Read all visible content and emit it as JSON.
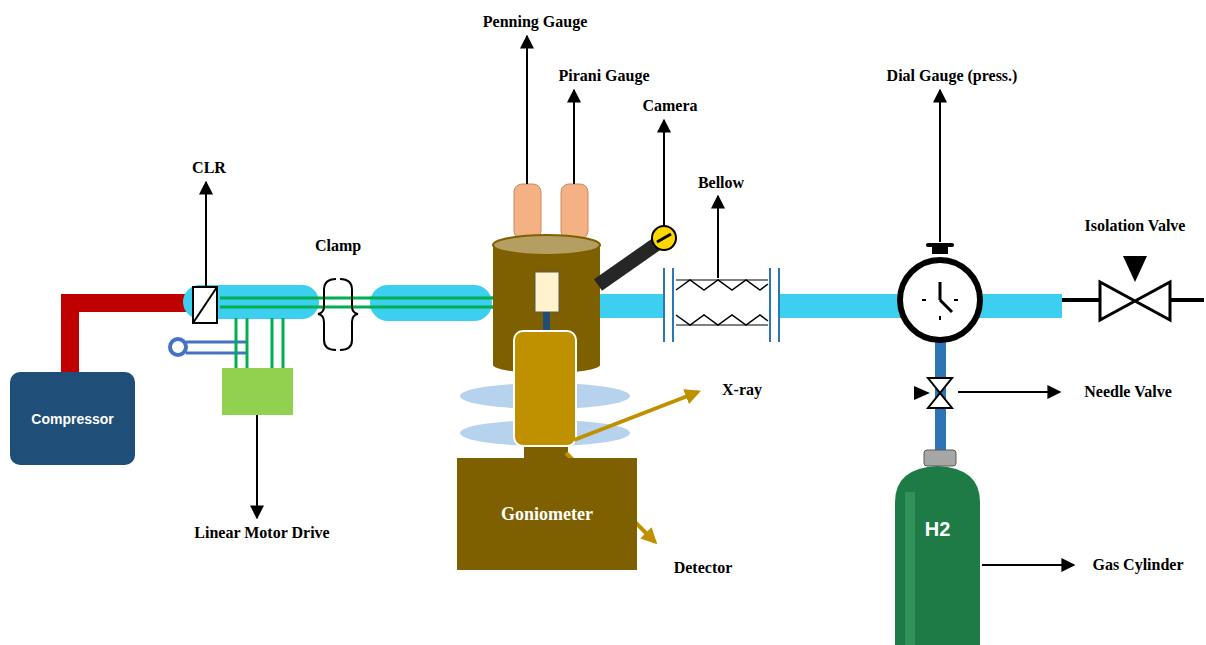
{
  "diagram": {
    "nodes": [
      {
        "text": [
          "Compressor"
        ]
      },
      {
        "text": [
          "Goniometer"
        ]
      },
      {
        "text": [
          "H2"
        ]
      }
    ],
    "labels": [
      "Penning Gauge",
      "Pirani Gauge",
      "Camera",
      "CLR",
      "Clamp",
      "Bellow",
      "Dial Gauge (press.)",
      "Isolation Valve",
      "Linear Motor Drive",
      "X-ray",
      "Needle Valve",
      "Detector",
      "Gas Cylinder"
    ]
  }
}
